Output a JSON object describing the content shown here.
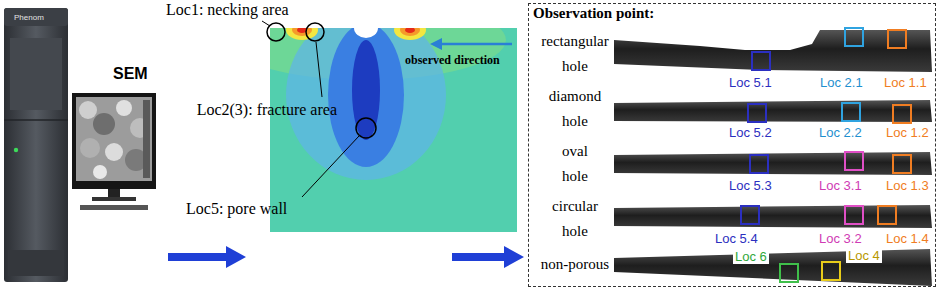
{
  "diagram": {
    "nodes": [
      {
        "text": [
          "Observation point:"
        ]
      }
    ],
    "labels": [
      "SEM",
      "Phenom",
      "Loc1: necking area",
      "Loc2(3): fracture area",
      "Loc5: pore wall",
      "observed direction",
      "rectangular hole",
      "diamond hole",
      "oval hole",
      "circular hole",
      "non-porous",
      "Loc 2.1",
      "Loc 1.1",
      "Loc 5.1",
      "Loc 5.2",
      "Loc 2.2",
      "Loc 1.2",
      "Loc 5.3",
      "Loc 3.1",
      "Loc 1.3",
      "Loc 5.4",
      "Loc 3.2",
      "Loc 1.4",
      "Loc 6",
      "Loc 4"
    ]
  }
}
